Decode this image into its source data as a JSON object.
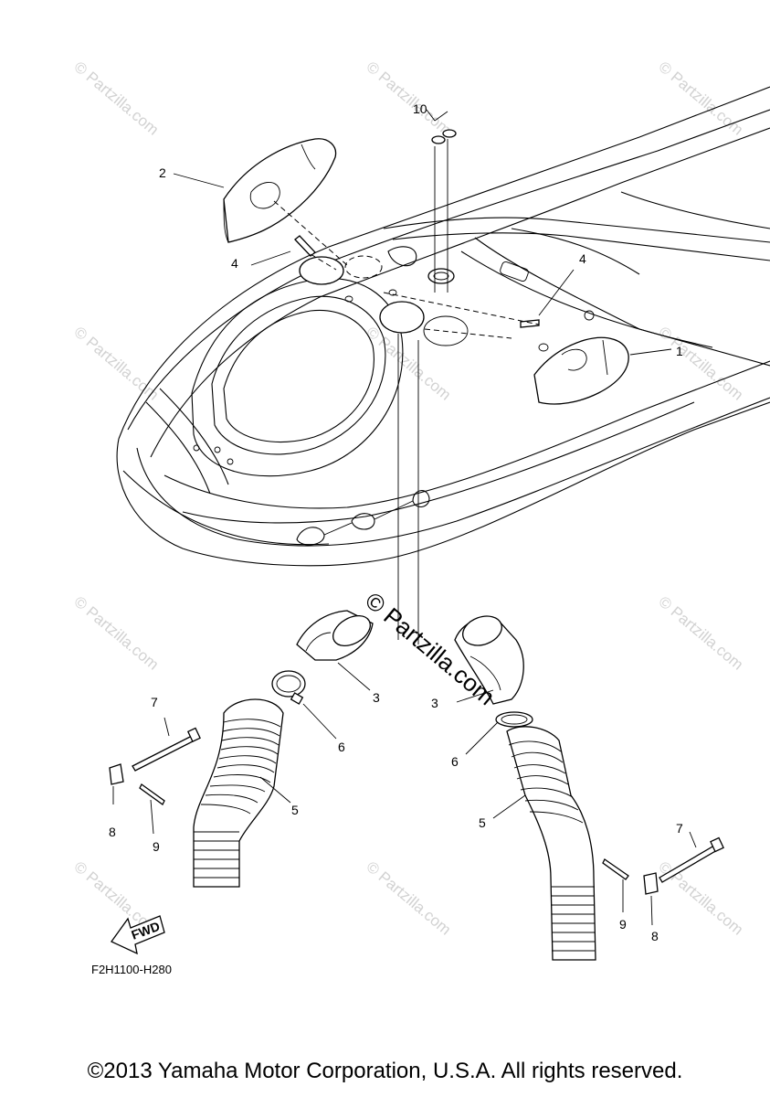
{
  "watermark": {
    "text": "© Partzilla.com",
    "center_text": "© Partzilla.com"
  },
  "callouts": {
    "c1": "1",
    "c2": "2",
    "c3a": "3",
    "c3b": "3",
    "c4a": "4",
    "c4b": "4",
    "c5a": "5",
    "c5b": "5",
    "c6a": "6",
    "c6b": "6",
    "c7a": "7",
    "c7b": "7",
    "c8a": "8",
    "c8b": "8",
    "c9a": "9",
    "c9b": "9",
    "c10": "10"
  },
  "fwd_arrow": {
    "label": "FWD"
  },
  "diagram_code": "F2H1100-H280",
  "footer": {
    "copyright": "©2013 Yamaha Motor Corporation, U.S.A. All rights reserved."
  }
}
